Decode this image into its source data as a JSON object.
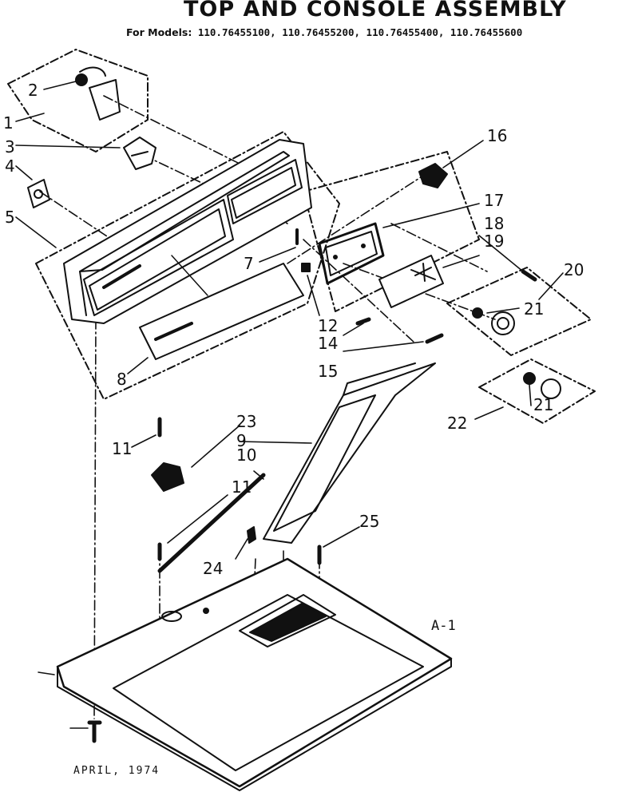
{
  "header": {
    "title": "TOP AND CONSOLE ASSEMBLY",
    "models_label": "For Models:",
    "models": "110.76455100, 110.76455200, 110.76455400, 110.76455600"
  },
  "part_labels": [
    "1",
    "2",
    "3",
    "4",
    "5",
    "7",
    "8",
    "9",
    "10",
    "11",
    "11",
    "12",
    "14",
    "15",
    "16",
    "17",
    "18",
    "19",
    "20",
    "21",
    "21",
    "22",
    "23",
    "24",
    "25"
  ],
  "figure_id": "A-1",
  "date": "APRIL, 1974",
  "colors": {
    "ink": "#111111",
    "paper": "#ffffff"
  }
}
